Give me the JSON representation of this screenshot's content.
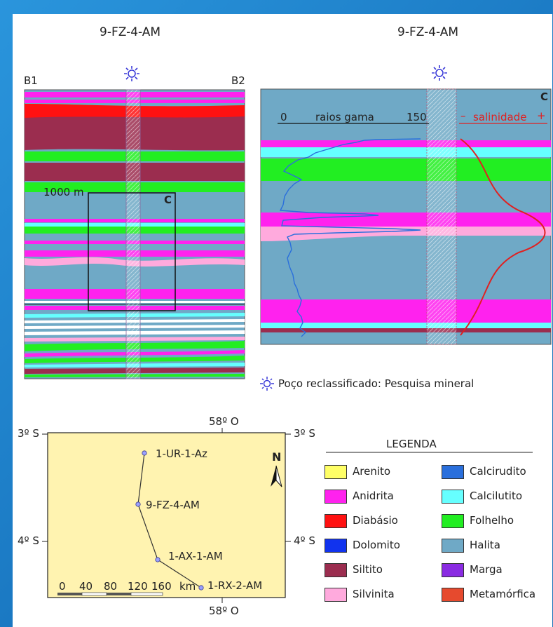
{
  "left_panel": {
    "well_name": "9-FZ-4-AM",
    "label_left": "B1",
    "label_right": "B2",
    "scale_text": "1000 m",
    "zoom_box_label": "C"
  },
  "right_panel": {
    "well_name": "9-FZ-4-AM",
    "panel_label": "C",
    "gamma": {
      "label": "raios gama",
      "min": "0",
      "max": "150"
    },
    "salinity": {
      "minus": "–",
      "label": "salinidade",
      "plus": "+"
    }
  },
  "well_legend": {
    "icon": "well-sun-icon",
    "text": "Poço reclassificado: Pesquisa mineral"
  },
  "map": {
    "lat_top": "3º S",
    "lat_bottom": "4º S",
    "lon_top": "58º O",
    "lon_bottom": "58º O",
    "north": "N",
    "wells": [
      "1-UR-1-Az",
      "9-FZ-4-AM",
      "1-AX-1-AM",
      "1-RX-2-AM"
    ],
    "scale": {
      "ticks": [
        "0",
        "40",
        "80",
        "120",
        "160"
      ],
      "unit": "km"
    }
  },
  "legend": {
    "title": "LEGENDA",
    "items": [
      {
        "label": "Arenito",
        "color": "#ffff66"
      },
      {
        "label": "Anidrita",
        "color": "#ff22ee"
      },
      {
        "label": "Diabásio",
        "color": "#ff1111"
      },
      {
        "label": "Dolomito",
        "color": "#1133ee"
      },
      {
        "label": "Siltito",
        "color": "#9b2d4f"
      },
      {
        "label": "Silvinita",
        "color": "#ffaadd"
      },
      {
        "label": "Calcirudito",
        "color": "#2a6fdc"
      },
      {
        "label": "Calcilutito",
        "color": "#66ffff"
      },
      {
        "label": "Folhelho",
        "color": "#22ee22"
      },
      {
        "label": "Halita",
        "color": "#6fa9c6"
      },
      {
        "label": "Marga",
        "color": "#8a2be2"
      },
      {
        "label": "Metamórfica",
        "color": "#e64a2e"
      }
    ]
  },
  "colors": {
    "halita": "#6fa9c6",
    "anidrita": "#ff22ee",
    "diabasio": "#ff1111",
    "siltito": "#9b2d4f",
    "folhelho": "#22ee22",
    "calcilutito": "#66ffff",
    "silvinita": "#ffaadd",
    "marga": "#8a2be2",
    "gamma_log": "#2a6fdc",
    "salinity_curve": "#e02020",
    "map_fill": "#fff3b0",
    "well_icon": "#3a3ad8"
  }
}
